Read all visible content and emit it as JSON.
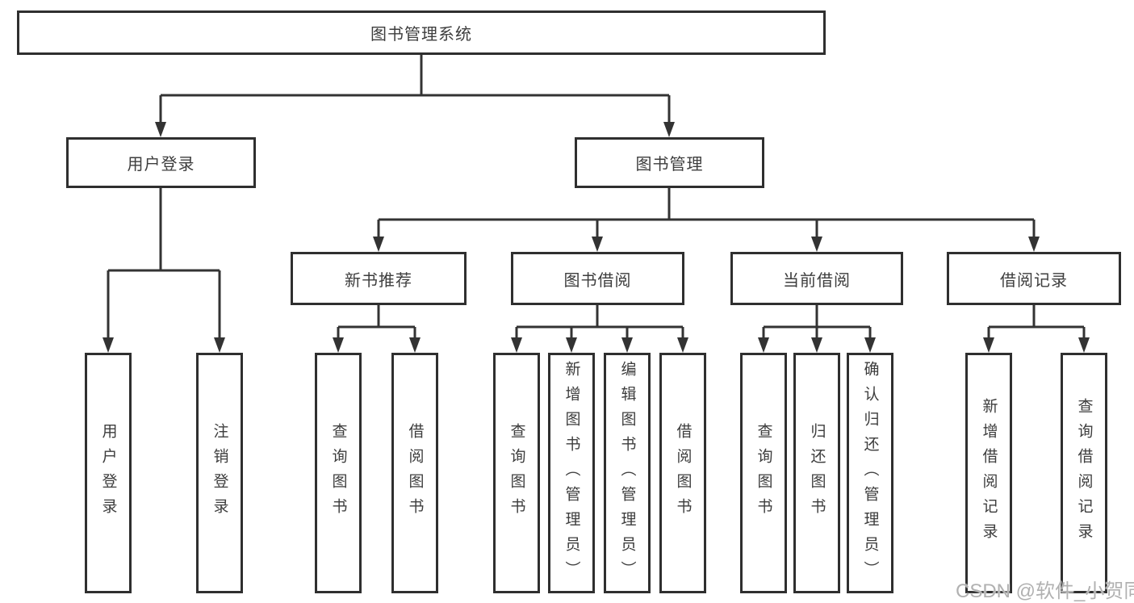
{
  "tree": {
    "label": "图书管理系统",
    "children": [
      {
        "label": "用户登录",
        "children": [
          {
            "label": "用户登录"
          },
          {
            "label": "注销登录"
          }
        ]
      },
      {
        "label": "图书管理",
        "children": [
          {
            "label": "新书推荐",
            "children": [
              {
                "label": "查询图书"
              },
              {
                "label": "借阅图书"
              }
            ]
          },
          {
            "label": "图书借阅",
            "children": [
              {
                "label": "查询图书"
              },
              {
                "label": "新增图书（管理员）"
              },
              {
                "label": "编辑图书（管理员）"
              },
              {
                "label": "借阅图书"
              }
            ]
          },
          {
            "label": "当前借阅",
            "children": [
              {
                "label": "查询图书"
              },
              {
                "label": "归还图书"
              },
              {
                "label": "确认归还（管理员）"
              }
            ]
          },
          {
            "label": "借阅记录",
            "children": [
              {
                "label": "新增借阅记录"
              },
              {
                "label": "查询借阅记录"
              }
            ]
          }
        ]
      }
    ]
  },
  "watermark": {
    "text": "CSDN @软件_小贺同学"
  },
  "colors": {
    "line": "#333333",
    "box_border": "#2f2f2f",
    "text": "#3d3d3d",
    "background": "#ffffff",
    "watermark": "#b1b1b1"
  }
}
